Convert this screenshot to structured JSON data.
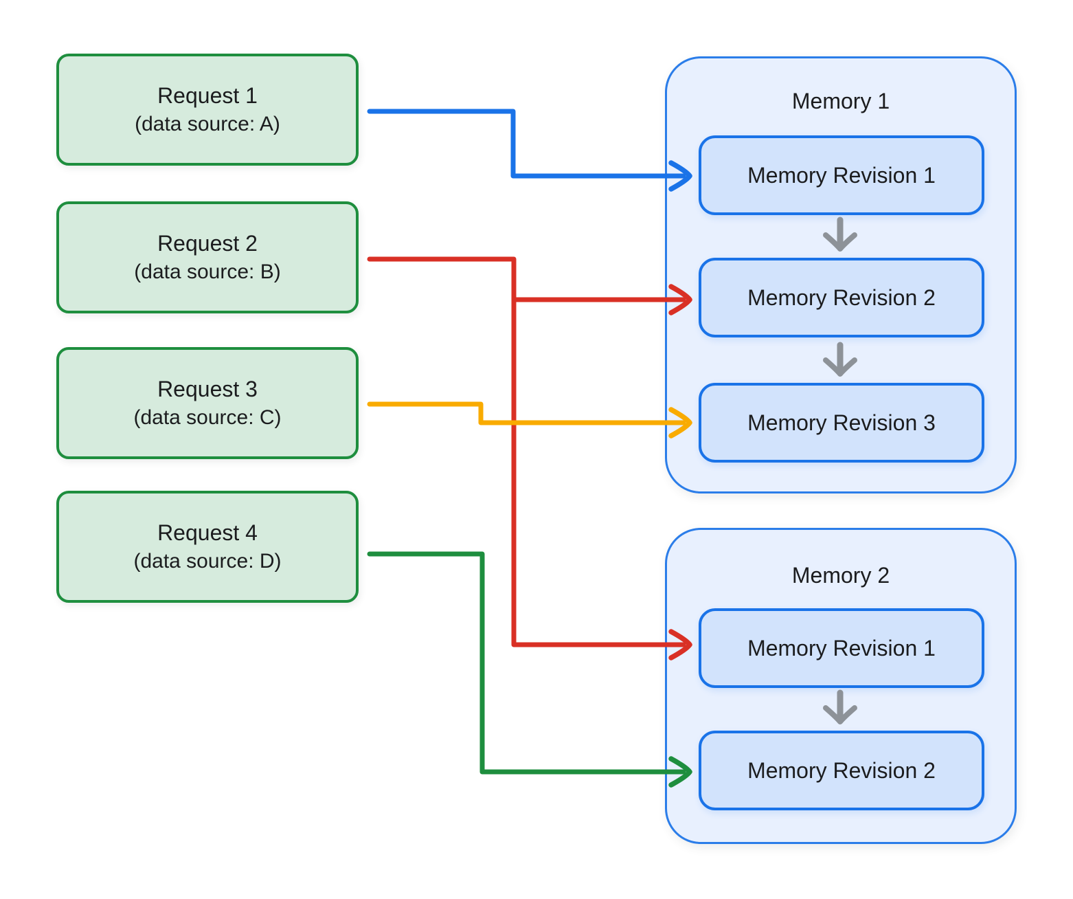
{
  "diagram": {
    "background": "#FFFFFF",
    "requests": [
      {
        "title": "Request 1",
        "subtitle": "(data source: A)"
      },
      {
        "title": "Request 2",
        "subtitle": "(data source: B)"
      },
      {
        "title": "Request 3",
        "subtitle": "(data source: C)"
      },
      {
        "title": "Request 4",
        "subtitle": "(data source: D)"
      }
    ],
    "memories": [
      {
        "title": "Memory 1",
        "revisions": [
          "Memory Revision 1",
          "Memory Revision 2",
          "Memory Revision 3"
        ]
      },
      {
        "title": "Memory 2",
        "revisions": [
          "Memory Revision 1",
          "Memory Revision 2"
        ]
      }
    ],
    "connections": [
      {
        "from": "Request 1",
        "to": "Memory 1 / Memory Revision 1",
        "color": "#1A73E8"
      },
      {
        "from": "Request 2",
        "to": "Memory 1 / Memory Revision 2",
        "color": "#D93025"
      },
      {
        "from": "Request 2",
        "to": "Memory 2 / Memory Revision 1",
        "color": "#D93025"
      },
      {
        "from": "Request 3",
        "to": "Memory 1 / Memory Revision 3",
        "color": "#F9AB00"
      },
      {
        "from": "Request 4",
        "to": "Memory 2 / Memory Revision 2",
        "color": "#1E8E3E"
      }
    ],
    "colors": {
      "request_fill": "#D6EBDD",
      "request_border": "#1E8E3E",
      "memory_fill": "#E8F0FE",
      "memory_border": "#2B7DE9",
      "revision_fill": "#D2E3FC",
      "revision_border": "#1A73E8",
      "arrow_blue": "#1A73E8",
      "arrow_red": "#D93025",
      "arrow_yellow": "#F9AB00",
      "arrow_green": "#1E8E3E",
      "arrow_gray": "#8D9298",
      "text": "#1B1C1E"
    }
  }
}
